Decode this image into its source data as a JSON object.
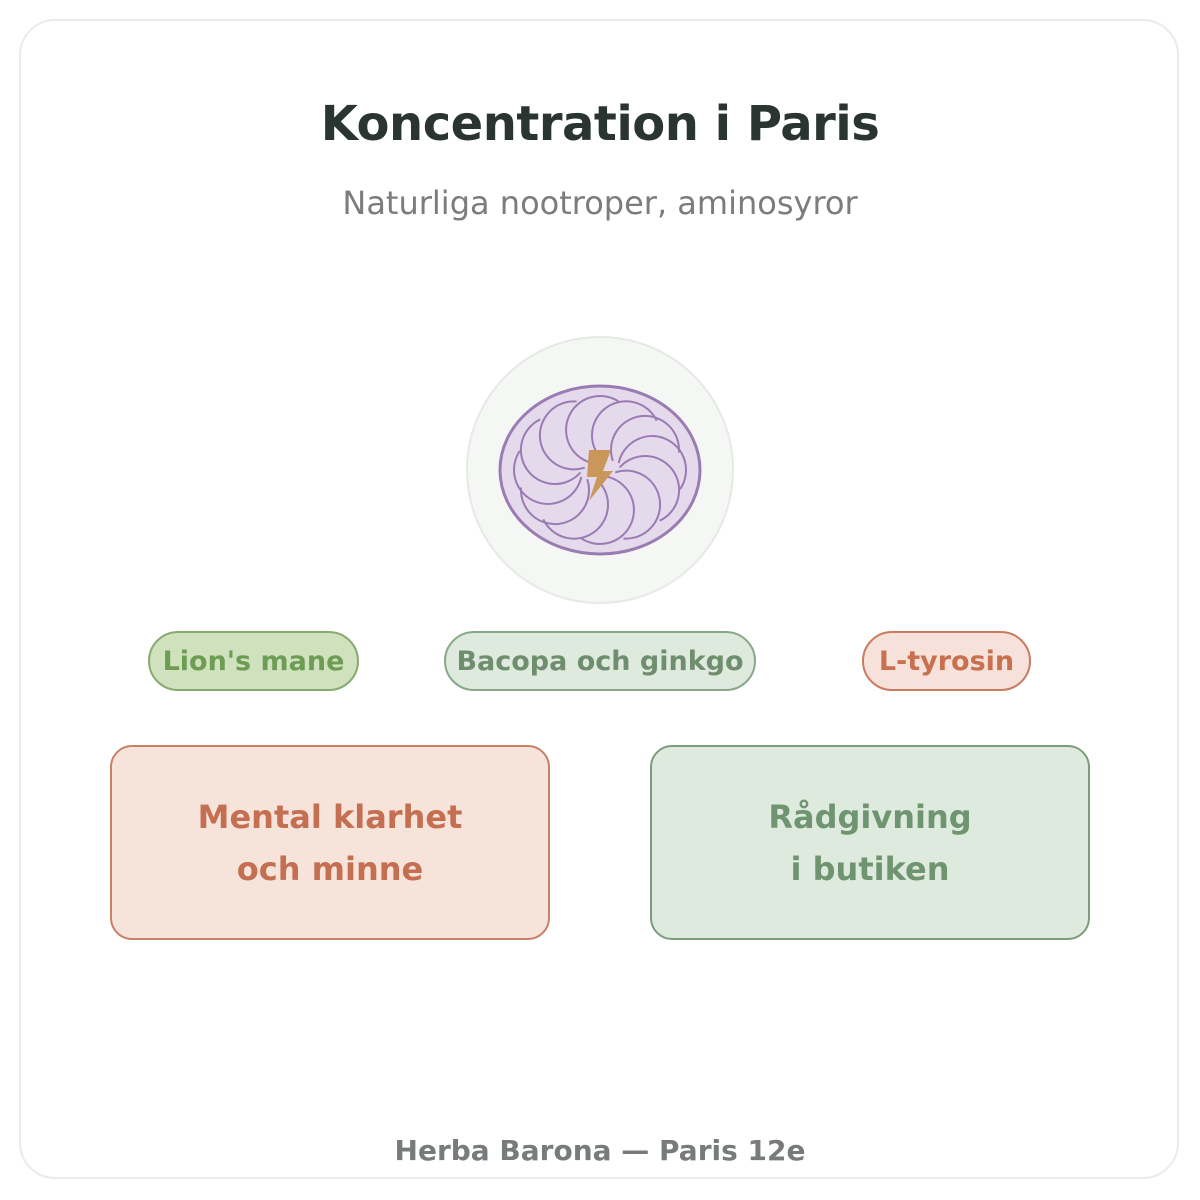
{
  "header": {
    "title": "Koncentration i Paris",
    "subtitle": "Naturliga nootroper, aminosyror"
  },
  "emblem": {
    "icon": "brain-with-lightning-icon",
    "colors": {
      "brain_fill": "#e5daec",
      "brain_stroke": "#9b7bb3",
      "bolt": "#c9975a",
      "circle_bg": "#f4f7f3"
    }
  },
  "tags": [
    {
      "label": "Lion's mane"
    },
    {
      "label": "Bacopa och ginkgo"
    },
    {
      "label": "L-tyrosin"
    }
  ],
  "cards": [
    {
      "line1": "Mental klarhet",
      "line2": "och minne"
    },
    {
      "line1": "Rådgivning",
      "line2": "i butiken"
    }
  ],
  "footer": {
    "text": "Herba Barona — Paris 12e"
  }
}
